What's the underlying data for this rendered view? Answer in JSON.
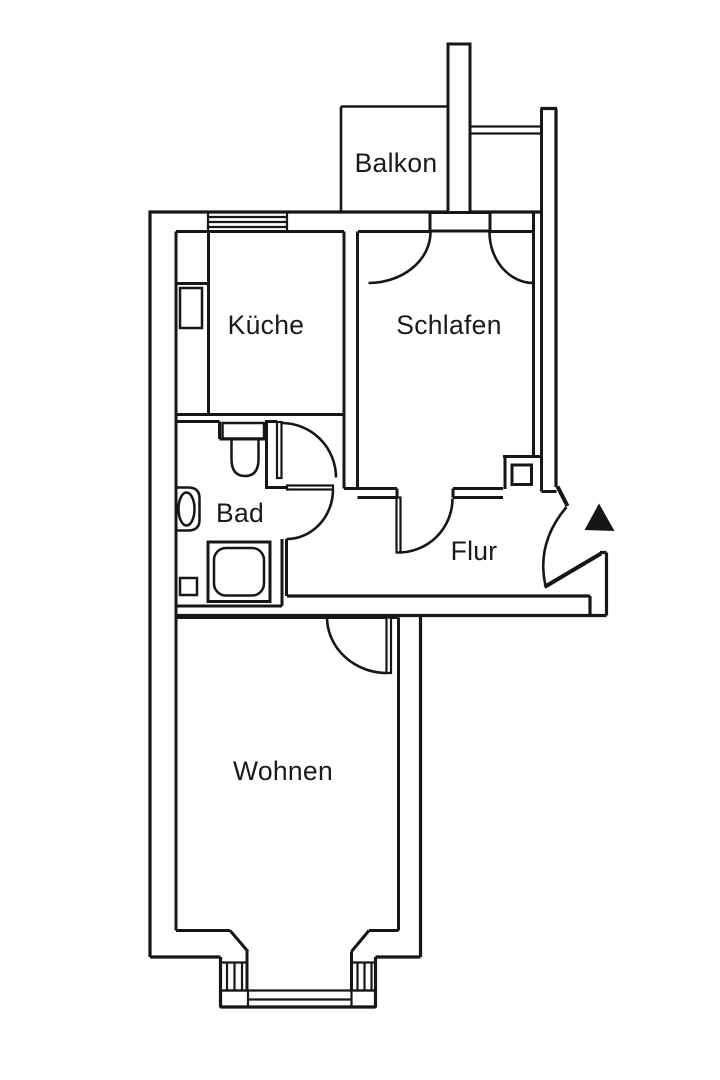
{
  "plan": {
    "title": "Apartment floor plan",
    "background_color": "#ffffff",
    "line_color": "#161616",
    "label_color": "#1a1a1a",
    "rooms": {
      "balkon": {
        "label": "Balkon"
      },
      "kueche": {
        "label": "Küche"
      },
      "schlafen": {
        "label": "Schlafen"
      },
      "bad": {
        "label": "Bad"
      },
      "flur": {
        "label": "Flur"
      },
      "wohnen": {
        "label": "Wohnen"
      }
    },
    "fixtures": [
      "toilet-icon",
      "toilet-cistern-icon",
      "washbasin-icon",
      "shower-icon",
      "floor-drain-icon",
      "radiator-icon",
      "kitchen-window-icon",
      "bay-window-icon",
      "balcony-railing-icon",
      "chimney-shaft-icon",
      "pillar-icon",
      "door-swing-icon",
      "entrance-arrow-icon"
    ]
  }
}
